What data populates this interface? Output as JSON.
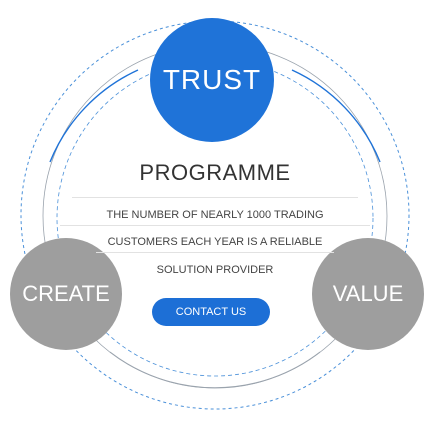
{
  "circles": {
    "trust": "TRUST",
    "create": "CREATE",
    "value": "VALUE"
  },
  "heading": "PROGRAMME",
  "description": {
    "line1": "THE NUMBER OF NEARLY 1000 TRADING",
    "line2": "CUSTOMERS EACH YEAR IS A RELIABLE",
    "line3": "SOLUTION PROVIDER"
  },
  "button": "CONTACT US",
  "colors": {
    "trust_circle": "#1f73d8",
    "side_circles": "#9e9e9e",
    "button": "#1d6fd6",
    "ring_lines": "#4a90d9"
  }
}
